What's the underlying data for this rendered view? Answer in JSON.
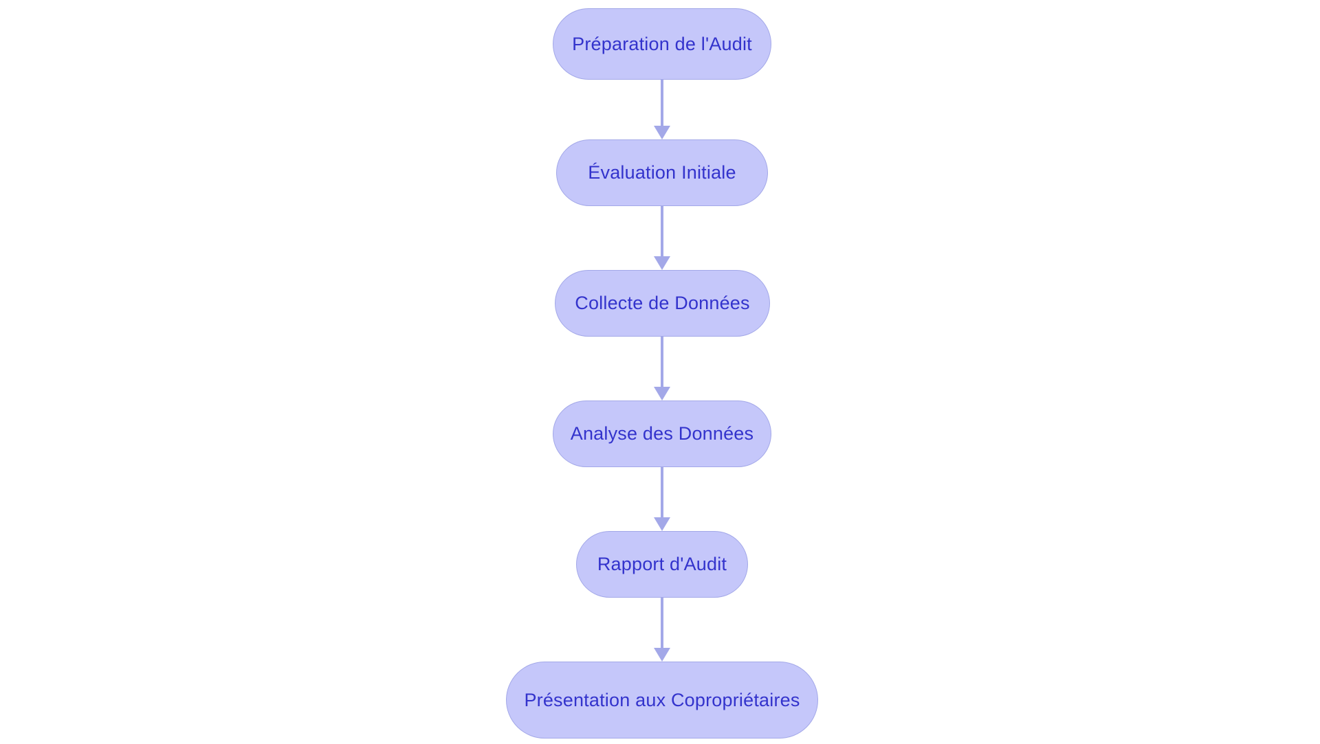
{
  "diagram": {
    "type": "flowchart",
    "orientation": "vertical-top-to-bottom",
    "language": "fr",
    "background_color": "#ffffff",
    "node_fill_color": "#c5c7fa",
    "node_border_color": "#a3a8e8",
    "node_text_color": "#3333cc",
    "connector_color": "#a3a8e8",
    "node_shape": "rounded-rectangle",
    "nodes": [
      {
        "id": "node-0",
        "label": "Préparation de l'Audit"
      },
      {
        "id": "node-1",
        "label": "Évaluation Initiale"
      },
      {
        "id": "node-2",
        "label": "Collecte de Données"
      },
      {
        "id": "node-3",
        "label": "Analyse des Données"
      },
      {
        "id": "node-4",
        "label": "Rapport d'Audit"
      },
      {
        "id": "node-5",
        "label": "Présentation aux Copropriétaires"
      }
    ],
    "edges": [
      {
        "id": "connector-0",
        "from": "node-0",
        "to": "node-1",
        "label": "",
        "arrow": "down"
      },
      {
        "id": "connector-1",
        "from": "node-1",
        "to": "node-2",
        "label": "",
        "arrow": "down"
      },
      {
        "id": "connector-2",
        "from": "node-2",
        "to": "node-3",
        "label": "",
        "arrow": "down"
      },
      {
        "id": "connector-3",
        "from": "node-3",
        "to": "node-4",
        "label": "",
        "arrow": "down"
      },
      {
        "id": "connector-4",
        "from": "node-4",
        "to": "node-5",
        "label": "",
        "arrow": "down"
      }
    ]
  }
}
